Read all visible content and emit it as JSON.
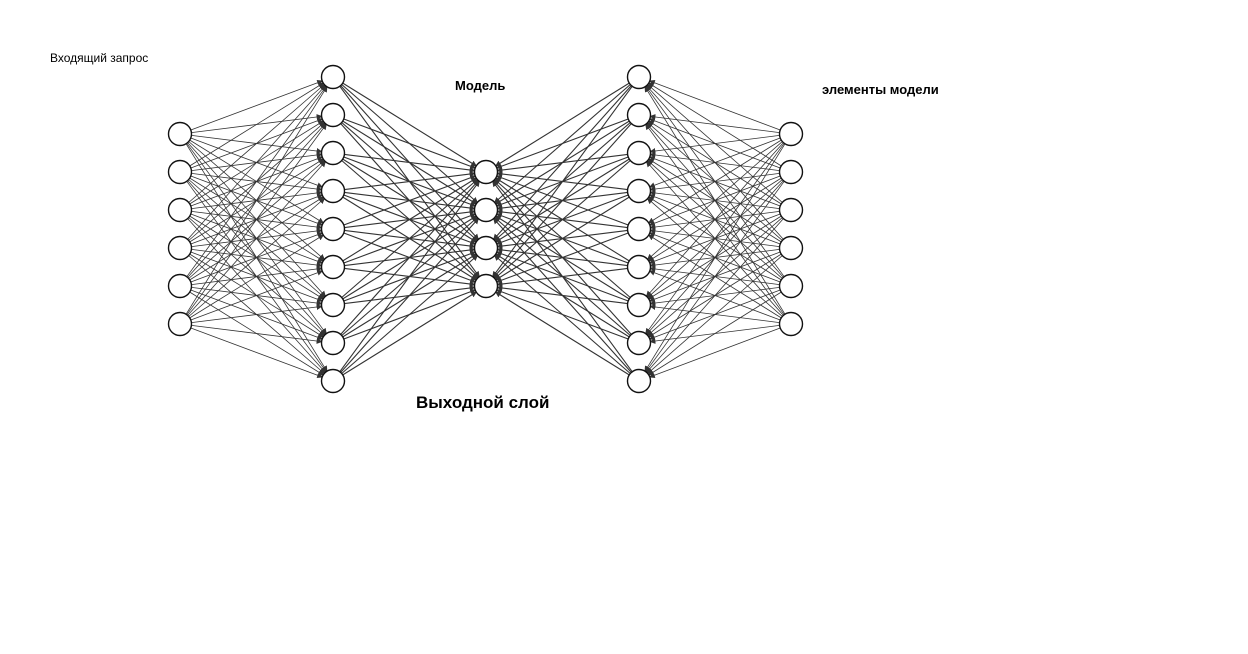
{
  "labels": {
    "input_request": "Входящий запрос",
    "model": "Модель",
    "model_elements": "элементы модели",
    "output_layer": "Выходной слой"
  },
  "network": {
    "layer_sizes": [
      6,
      9,
      4,
      9,
      6
    ],
    "edge_color": "#333333",
    "node_fill": "#ffffff",
    "node_stroke": "#111111"
  }
}
